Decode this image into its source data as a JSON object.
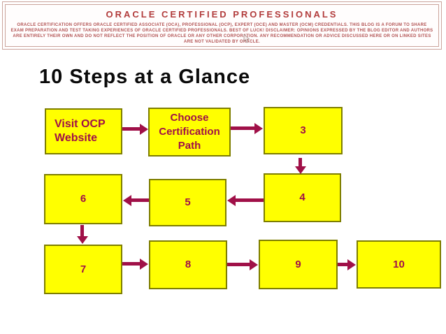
{
  "header": {
    "title": "ORACLE CERTIFIED PROFESSIONALS",
    "disclaimer_lines": [
      "ORACLE CERTIFICATION OFFERS ORACLE CERTIFIED ASSOCIATE (OCA), PROFESSIONAL (OCP), EXPERT (OCE) AND MASTER (OCM) CREDENTIALS. THIS BLOG IS A FORUM TO SHARE",
      "EXAM PREPARATION AND TEST TAKING EXPERIENCES OF ORACLE CERTIFIED PROFESSIONALS. BEST OF LUCK! DISCLAIMER: OPINIONS EXPRESSED BY THE BLOG EDITOR AND AUTHORS",
      "ARE ENTIRELY THEIR OWN AND DO NOT REFLECT THE POSITION OF ORACLE OR ANY OTHER CORPORATION. ANY RECOMMENDATION OR ADVICE DISCUSSED HERE OR ON LINKED SITES",
      "ARE NOT VALIDATED BY ORACLE."
    ]
  },
  "slide": {
    "title": "10 Steps at a Glance"
  },
  "flowchart": {
    "steps": [
      {
        "step": 1,
        "label": "Visit OCP Website"
      },
      {
        "step": 2,
        "label": "Choose Certification Path"
      },
      {
        "step": 3,
        "label": "3"
      },
      {
        "step": 4,
        "label": "4"
      },
      {
        "step": 5,
        "label": "5"
      },
      {
        "step": 6,
        "label": "6"
      },
      {
        "step": 7,
        "label": "7"
      },
      {
        "step": 8,
        "label": "8"
      },
      {
        "step": 9,
        "label": "9"
      },
      {
        "step": 10,
        "label": "10"
      }
    ],
    "connections": [
      "1→2",
      "2→3",
      "3→4",
      "4→5",
      "5→6",
      "6→7",
      "7→8",
      "8→9",
      "9→10"
    ]
  },
  "icons": {
    "cursor": "mouse-pointer"
  },
  "colors": {
    "box_fill": "#FFFF00",
    "box_border": "#7E7E00",
    "box_text": "#A01048",
    "arrow": "#A01048",
    "header_text": "#B23C3C",
    "header_border": "#CBA49C",
    "title_text": "#0A0A0A",
    "background": "#FFFFFF"
  }
}
